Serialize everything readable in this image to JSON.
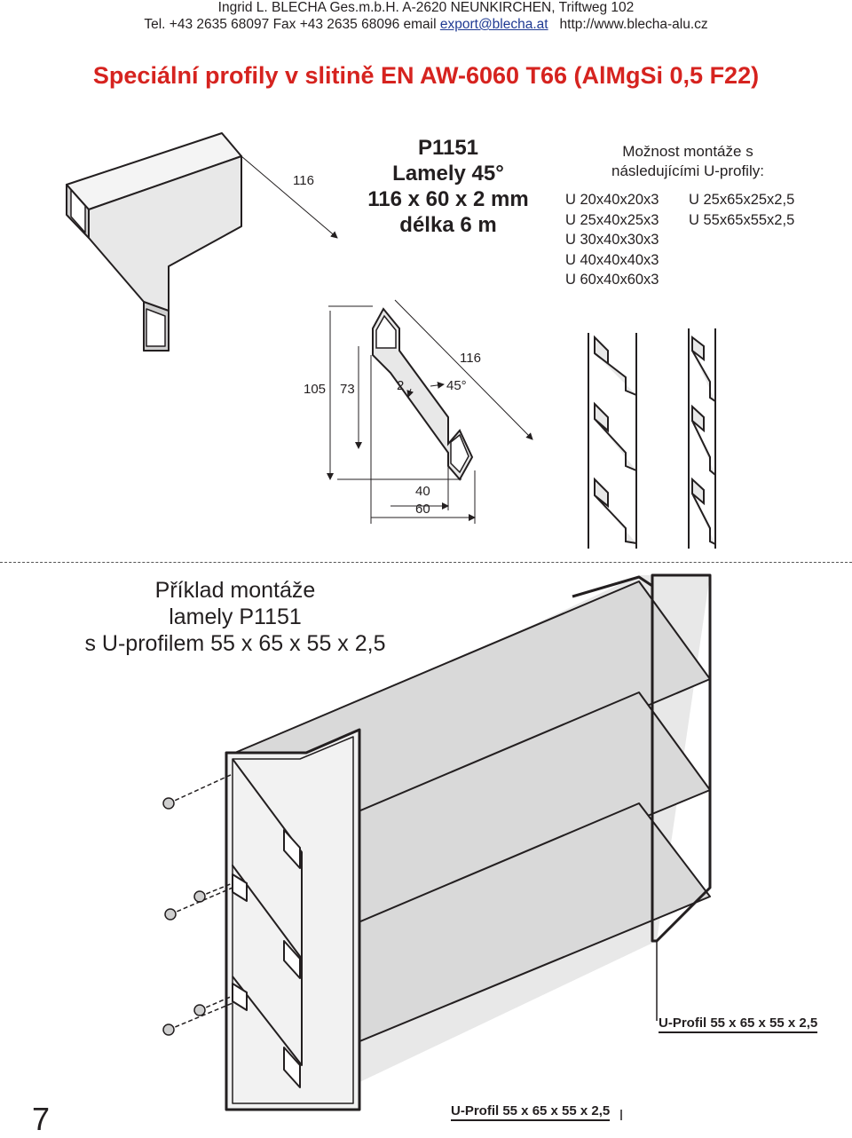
{
  "header": {
    "company_line": "Ingrid L. BLECHA Ges.m.b.H.  A-2620 NEUNKIRCHEN, Triftweg 102",
    "contact_prefix": "Tel. +43 2635 68097  Fax +43 2635 68096  email",
    "email": "export@blecha.at",
    "website": "http://www.blecha-alu.cz"
  },
  "title": "Speciální profily v slitině EN AW-6060 T66 (AlMgSi 0,5 F22)",
  "product": {
    "code": "P1151",
    "name": "Lamely 45°",
    "size": "116 x 60 x 2 mm",
    "length": "délka 6 m",
    "dim_width": "116"
  },
  "mounting": {
    "heading_line1": "Možnost montáže s",
    "heading_line2": "následujícími U-profily:",
    "col1": [
      "U 20x40x20x3",
      "U 25x40x25x3",
      "U 30x40x30x3",
      "U 40x40x40x3",
      "U 60x40x60x3"
    ],
    "col2": [
      "U 25x65x25x2,5",
      "U 55x65x55x2,5"
    ]
  },
  "section": {
    "d105": "105",
    "d73": "73",
    "d2": "2",
    "angle": "45°",
    "d116": "116",
    "d40": "40",
    "d60": "60"
  },
  "example": {
    "line1": "Příklad montáže",
    "line2": "lamely P1151",
    "line3": "s U-profilem 55 x 65 x 55 x 2,5",
    "label_right": "U-Profil 55 x 65 x 55 x 2,5",
    "label_bottom": "U-Profil 55 x 65 x 55 x 2,5"
  },
  "page_number": "7",
  "colors": {
    "title": "#d6231f",
    "link": "#1f3a93",
    "profile_fill": "#e8e8e8",
    "ink": "#231f20"
  }
}
